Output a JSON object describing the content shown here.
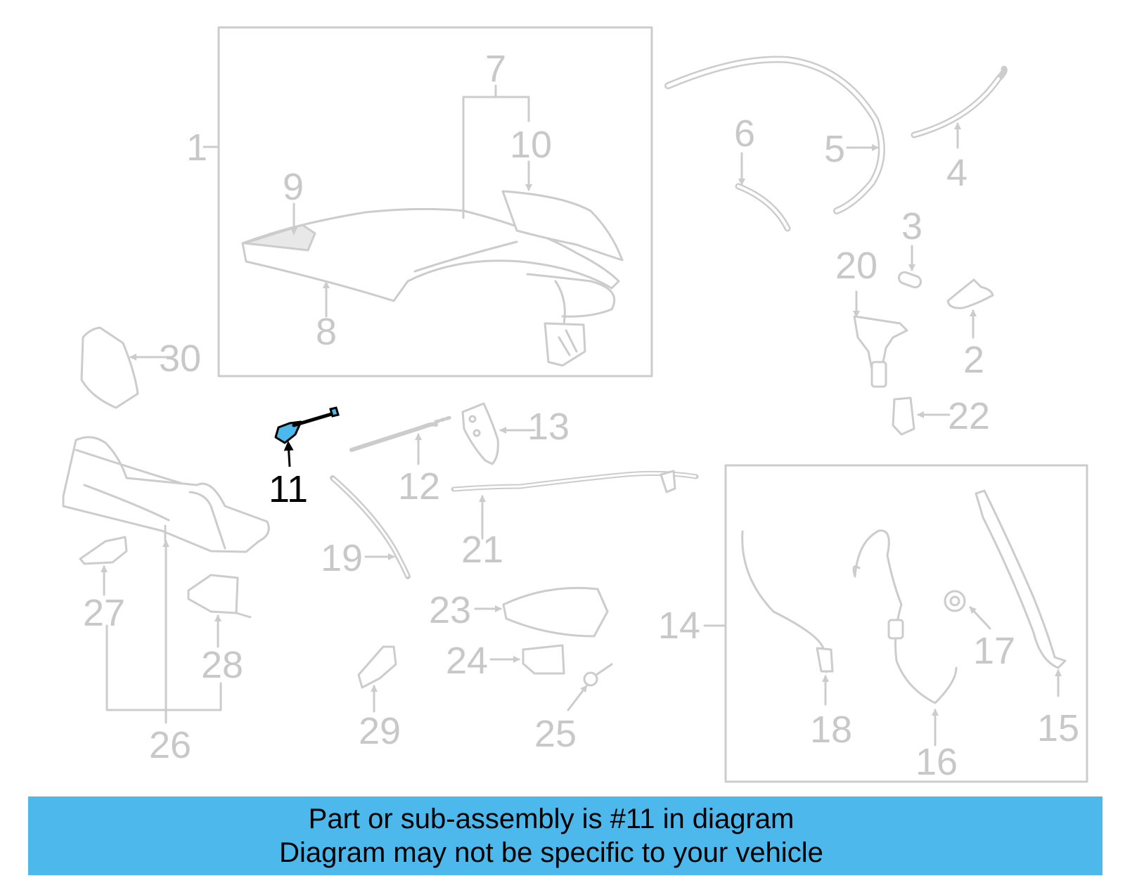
{
  "diagram": {
    "callouts": {
      "c1": "1",
      "c2": "2",
      "c3": "3",
      "c4": "4",
      "c5": "5",
      "c6": "6",
      "c7": "7",
      "c8": "8",
      "c9": "9",
      "c10": "10",
      "c11": "11",
      "c12": "12",
      "c13": "13",
      "c14": "14",
      "c15": "15",
      "c16": "16",
      "c17": "17",
      "c18": "18",
      "c19": "19",
      "c20": "20",
      "c21": "21",
      "c22": "22",
      "c23": "23",
      "c24": "24",
      "c25": "25",
      "c26": "26",
      "c27": "27",
      "c28": "28",
      "c29": "29",
      "c30": "30"
    },
    "highlighted_callout": "11",
    "highlight_color": "#4cb8ec",
    "dim_color": "#cccccc"
  },
  "banner": {
    "line1": "Part or sub-assembly is #11 in diagram",
    "line2": "Diagram may not be specific to your vehicle",
    "background": "#4cb8ec"
  }
}
